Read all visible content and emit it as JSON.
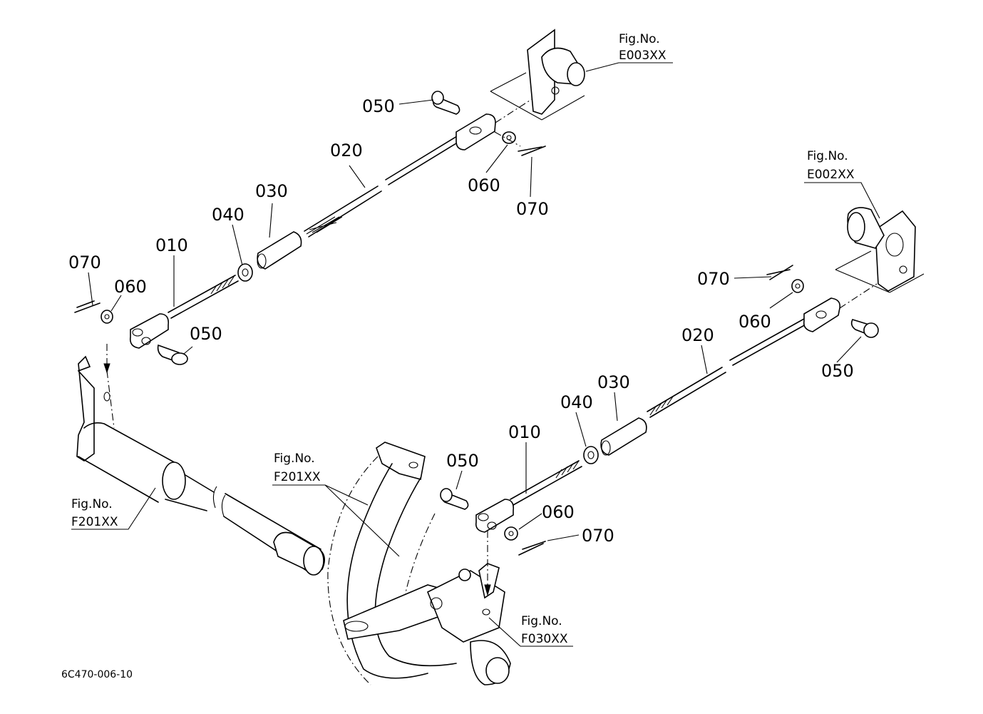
{
  "callouts": {
    "top_050": "050",
    "top_020": "020",
    "top_060": "060",
    "top_070": "070",
    "top_030": "030",
    "top_040": "040",
    "top_010": "010",
    "left_070": "070",
    "left_060": "060",
    "left_050": "050",
    "right_070": "070",
    "right_060": "060",
    "right_020": "020",
    "right_050": "050",
    "right_030": "030",
    "right_040": "040",
    "right_010": "010",
    "low_050": "050",
    "low_060": "060",
    "low_070": "070"
  },
  "references": {
    "e003": {
      "line1": "Fig.No.",
      "line2": "E003XX"
    },
    "e002": {
      "line1": "Fig.No.",
      "line2": "E002XX"
    },
    "f201_center": {
      "line1": "Fig.No.",
      "line2": "F201XX"
    },
    "f201_left": {
      "line1": "Fig.No.",
      "line2": "F201XX"
    },
    "f030": {
      "line1": "Fig.No.",
      "line2": "F030XX"
    }
  },
  "drawing_code": "6C470-006-10"
}
